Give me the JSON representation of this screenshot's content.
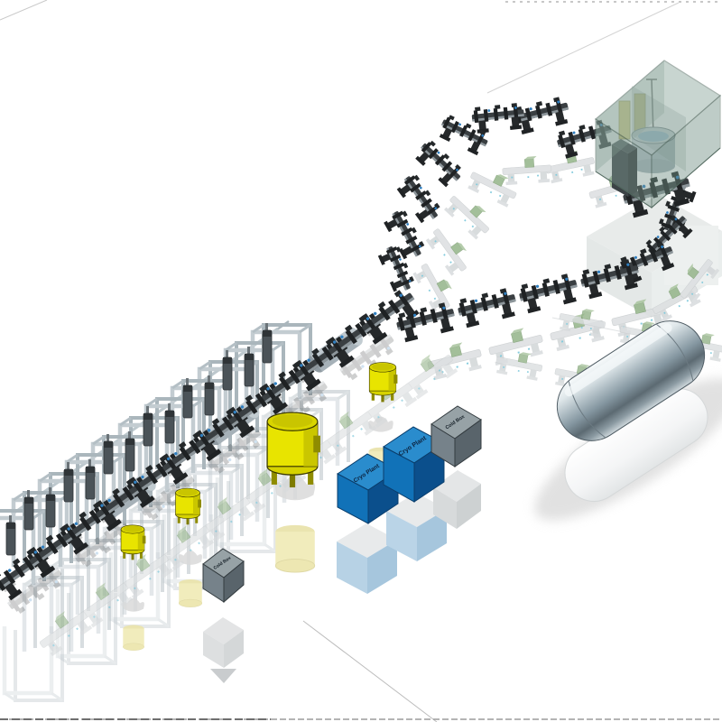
{
  "scene": {
    "type": "3d-facility-render",
    "background": "#ffffff"
  },
  "labels": {
    "cryo_plant_left": "Cryo Plant",
    "cryo_plant_right": "Cryo Plant",
    "cold_box_large": "Cold Box",
    "cold_box_small": "Cold Box"
  },
  "colors": {
    "beamline_dark": "#3a3f42",
    "beamline_detail": "#1f2224",
    "beamline_accent_blue": "#2f7fc1",
    "pipe_steel": "#c3ccd1",
    "pipe_steel_back": "#aab6bc",
    "hanging_unit_gray": "#4b5358",
    "tank_yellow": "#e8e400",
    "tank_yellow_shade": "#c6c200",
    "tank_reflection_pale": "#f1ecbc",
    "box_blue_top": "#2a8ccd",
    "box_blue_front": "#1172b8",
    "box_blue_side": "#0b4f8c",
    "box_blue_reflection": "#b7d2e5",
    "box_gray_top": "#97a2a6",
    "box_gray_front": "#76828a",
    "box_gray_side": "#59646b",
    "ghost_gray": "#dcdfe1",
    "ghost_green_box": "#94b489",
    "building_glass": "#7e998f",
    "building_edge": "#51695f",
    "capsule_steel_light": "#f7fafb",
    "capsule_steel_dark": "#5c6a72",
    "label_text": "#0d2440"
  },
  "equipment": {
    "enclosure_building": {
      "kind": "transparent glass building with inner tank and racks"
    },
    "main_linac": {
      "kind": "dark beamline with overhead pipe arches"
    },
    "transfer_curve": {
      "kind": "curved beamline from building"
    },
    "medium_beamline": {
      "kind": "straight segmented beamline"
    },
    "ghost_beamlines": {
      "kind": "semi-transparent future beamline with green boxes"
    },
    "yellow_tanks": {
      "count": 4
    },
    "cryo_plant_boxes": {
      "count": 2
    },
    "cold_boxes": {
      "count": 2
    },
    "storage_capsule": {
      "kind": "horizontal metallic cylindrical tank"
    }
  }
}
